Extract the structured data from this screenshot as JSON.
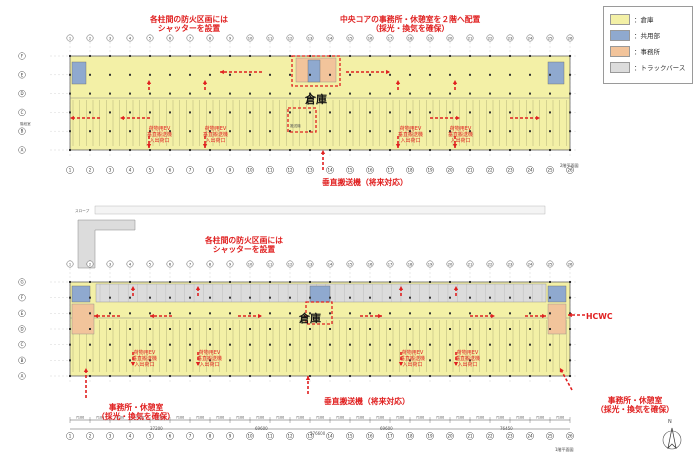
{
  "legend": {
    "items": [
      {
        "label": "：倉庫",
        "color": "#f3f0a6"
      },
      {
        "label": "：共用部",
        "color": "#8fa9cf"
      },
      {
        "label": "：事務所",
        "color": "#f2c49b"
      },
      {
        "label": "：トラックバース",
        "color": "#dcdcdc"
      }
    ]
  },
  "colors": {
    "warehouse": "#f3f0a6",
    "common": "#8fa9cf",
    "office": "#f2c49b",
    "truck": "#dcdcdc",
    "annotation": "#e02020"
  },
  "top_plan": {
    "annotations": {
      "shutter_line1": "各柱間の防火区画には",
      "shutter_line2": "シャッターを設置",
      "core_line1": "中央コアの事務所・休憩室を２階へ配置",
      "core_line2": "（採光・換気を確保）",
      "lift": "垂直搬送機（将来対応）"
    },
    "warehouse_label": "倉庫",
    "sub_labels": {
      "cargo_a1": "荷物用EV",
      "cargo_a2": "垂直搬送機",
      "cargo_a3": "入出荷口"
    },
    "column_numbers": [
      "1",
      "2",
      "3",
      "4",
      "5",
      "6",
      "7",
      "8",
      "9",
      "10",
      "11",
      "12",
      "13",
      "14",
      "15",
      "16",
      "17",
      "18",
      "19",
      "20",
      "21",
      "22",
      "23",
      "24",
      "25",
      "26"
    ],
    "row_letters": [
      "F",
      "E",
      "D",
      "C",
      "B",
      "A"
    ],
    "small_notes": {
      "stair": "階段室",
      "hall": "搬送機",
      "floor": "2階平面図"
    }
  },
  "bottom_plan": {
    "annotations": {
      "shutter_line1": "各柱間の防火区画には",
      "shutter_line2": "シャッターを設置",
      "hcwc": "HCWC",
      "office_left_line1": "事務所・休憩室",
      "office_left_line2": "（採光・換気を確保）",
      "lift": "垂直搬送機（将来対応）",
      "office_right_line1": "事務所・休憩室",
      "office_right_line2": "（採光・換気を確保）"
    },
    "warehouse_label": "倉庫",
    "sub_labels": {
      "cargo_a1": "荷物用EV",
      "cargo_a2": "垂直搬送機",
      "cargo_a3": "入出荷口"
    },
    "column_numbers": [
      "1",
      "2",
      "3",
      "4",
      "5",
      "6",
      "7",
      "8",
      "9",
      "10",
      "11",
      "12",
      "13",
      "14",
      "15",
      "16",
      "17",
      "18",
      "19",
      "20",
      "21",
      "22",
      "23",
      "24",
      "25",
      "26"
    ],
    "row_letters": [
      "G",
      "F",
      "E",
      "D",
      "C",
      "B",
      "A"
    ],
    "dimension_spans": [
      "7100",
      "7100",
      "7100",
      "7100",
      "7100",
      "7100",
      "7100",
      "7100",
      "7100",
      "7100",
      "7100",
      "7100",
      "7100",
      "7100",
      "7100",
      "7100",
      "7100",
      "7100",
      "7100",
      "7100",
      "7100",
      "7100",
      "7100",
      "7100",
      "7100"
    ],
    "dimension_totals": {
      "left": "37200",
      "mid1": "69600",
      "mid2": "69600",
      "right": "76450",
      "overall": "276600"
    },
    "small_notes": {
      "ramp": "スロープ",
      "floor": "1階平面図",
      "north": "N"
    }
  }
}
